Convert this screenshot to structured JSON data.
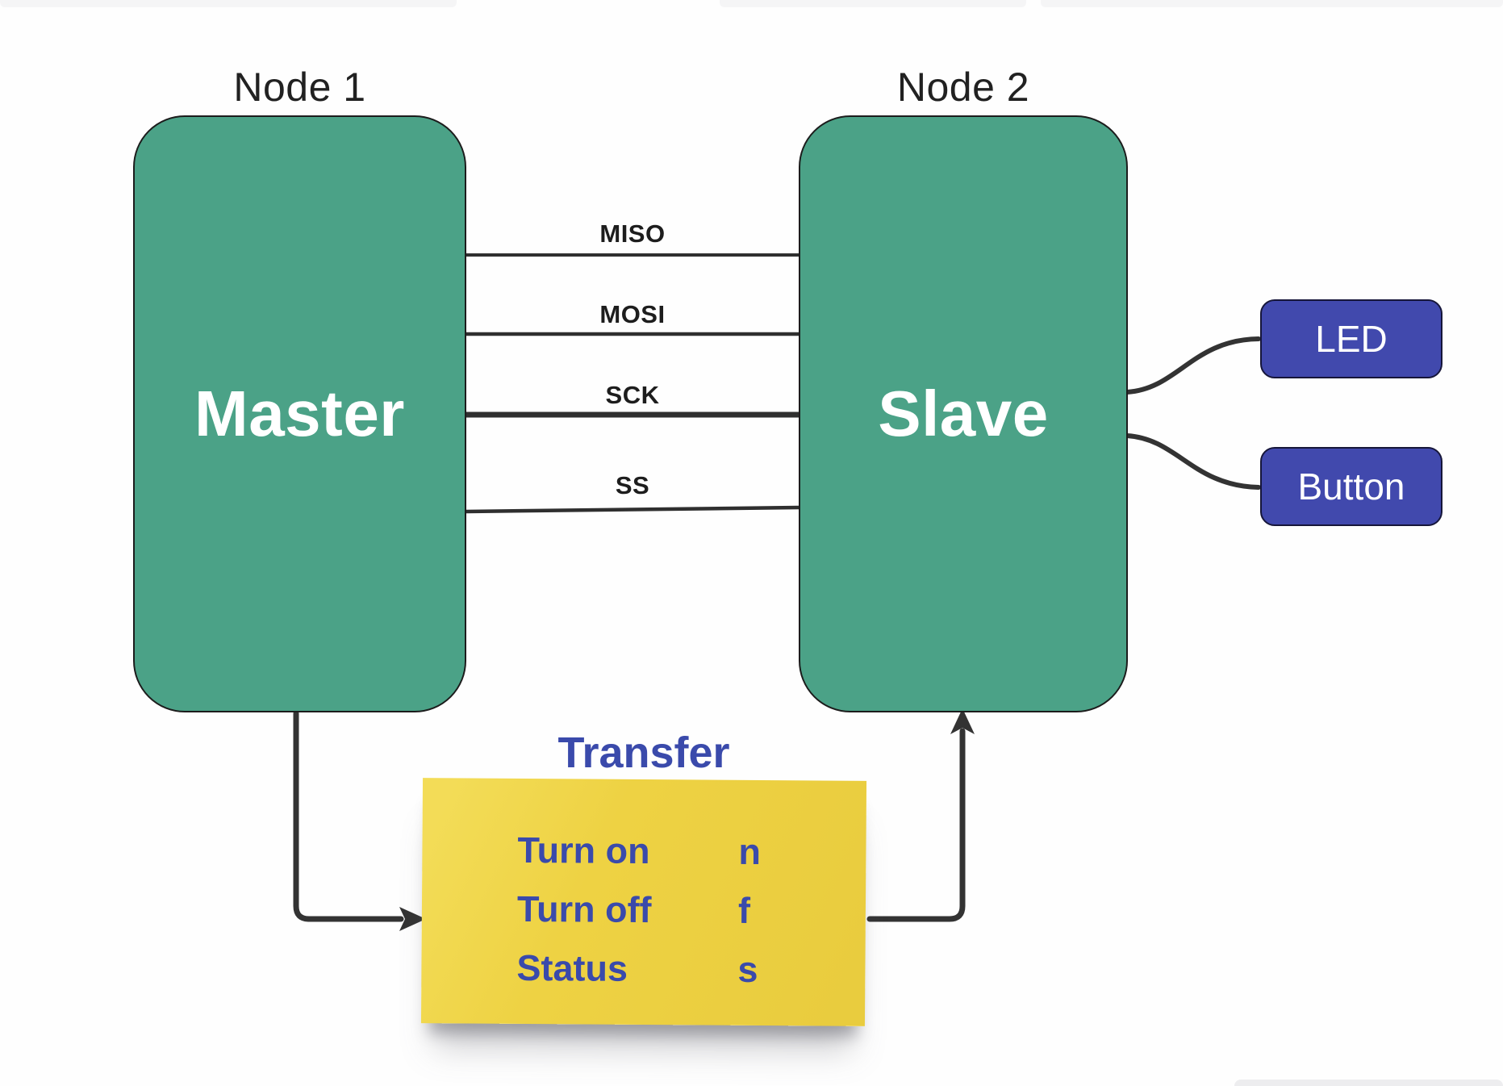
{
  "diagram": {
    "node1": {
      "caption": "Node 1",
      "label": "Master"
    },
    "node2": {
      "caption": "Node 2",
      "label": "Slave"
    },
    "bus_lines": [
      {
        "label": "MISO"
      },
      {
        "label": "MOSI"
      },
      {
        "label": "SCK"
      },
      {
        "label": "SS"
      }
    ],
    "peripherals": [
      {
        "label": "LED"
      },
      {
        "label": "Button"
      }
    ],
    "note": {
      "title": "Transfer",
      "rows": [
        {
          "command": "Turn on",
          "key": "n"
        },
        {
          "command": "Turn off",
          "key": "f"
        },
        {
          "command": "Status",
          "key": "s"
        }
      ]
    },
    "colors": {
      "node_fill": "#4ba287",
      "node_text": "#ffffff",
      "peripheral_fill": "#4149ad",
      "note_fill": "#eed243",
      "note_text": "#3a4aab",
      "wire": "#2f2f2f"
    }
  }
}
